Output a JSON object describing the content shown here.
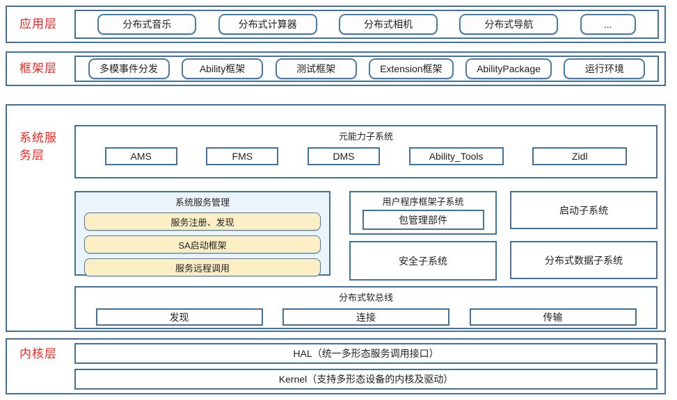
{
  "colors": {
    "border_blue": "#41719c",
    "label_red": "#fb2520",
    "yellow_fill": "#fceec5",
    "panel_blue_fill": "#ecf4fb"
  },
  "layers": {
    "application": {
      "label": "应用层",
      "items": [
        "分布式音乐",
        "分布式计算器",
        "分布式相机",
        "分布式导航",
        "..."
      ]
    },
    "framework": {
      "label": "框架层",
      "items": [
        "多模事件分发",
        "Ability框架",
        "测试框架",
        "Extension框架",
        "AbilityPackage",
        "运行环境"
      ]
    },
    "system_service": {
      "label": "系统服务层",
      "meta_ability": {
        "title": "元能力子系统",
        "items": [
          "AMS",
          "FMS",
          "DMS",
          "Ability_Tools",
          "Zidl"
        ]
      },
      "service_mgmt": {
        "title": "系统服务管理",
        "items": [
          "服务注册、发现",
          "SA启动框架",
          "服务远程调用"
        ]
      },
      "app_framework": {
        "title": "用户程序框架子系统",
        "inner": "包管理部件"
      },
      "startup": "启动子系统",
      "security": "安全子系统",
      "distributed_data": "分布式数据子系统",
      "softbus": {
        "title": "分布式软总线",
        "items": [
          "发现",
          "连接",
          "传输"
        ]
      }
    },
    "kernel": {
      "label": "内核层",
      "items": [
        "HAL（统一多形态服务调用接口）",
        "Kernel（支持多形态设备的内核及驱动）"
      ]
    }
  }
}
